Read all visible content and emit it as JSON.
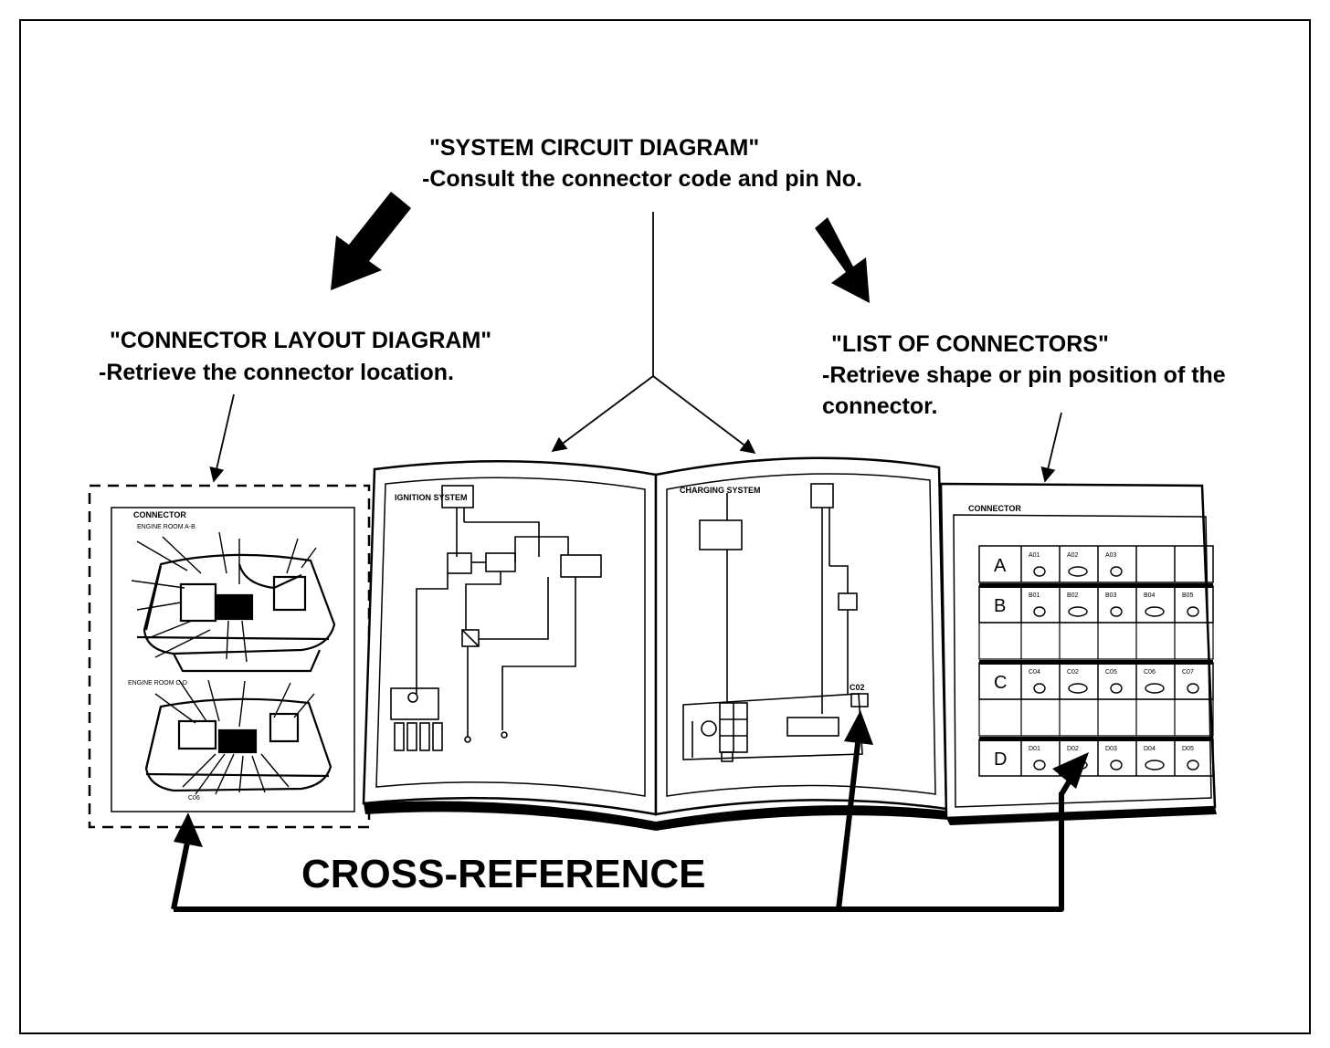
{
  "system_circuit": {
    "title": "\"SYSTEM CIRCUIT DIAGRAM\"",
    "desc": "-Consult the connector code and pin No."
  },
  "connector_layout": {
    "title": "\"CONNECTOR  LAYOUT DIAGRAM\"",
    "desc": "-Retrieve the connector location.",
    "page_heading": "CONNECTOR",
    "page_subheading": "ENGINE ROOM A-B",
    "view2_label": "ENGINE ROOM C-D",
    "bottom_code": "C06"
  },
  "list_connectors": {
    "title": "\"LIST OF CONNECTORS\"",
    "desc_line1": "-Retrieve shape or pin position of the",
    "desc_line2": "connector.",
    "page_heading": "CONNECTOR",
    "rows": [
      {
        "letter": "A",
        "codes": [
          "A01",
          "A02",
          "A03",
          "",
          ""
        ]
      },
      {
        "letter": "B",
        "codes": [
          "B01",
          "B02",
          "B03",
          "B04",
          "B05"
        ]
      },
      {
        "letter": "C",
        "codes": [
          "C04",
          "C02",
          "C05",
          "C06",
          "C07"
        ]
      },
      {
        "letter": "D",
        "codes": [
          "D01",
          "D02",
          "D03",
          "D04",
          "D05"
        ]
      }
    ]
  },
  "book": {
    "left_page_title": "IGNITION SYSTEM",
    "right_page_title": "CHARGING SYSTEM",
    "connector_code": "C02"
  },
  "cross_reference": "CROSS-REFERENCE"
}
